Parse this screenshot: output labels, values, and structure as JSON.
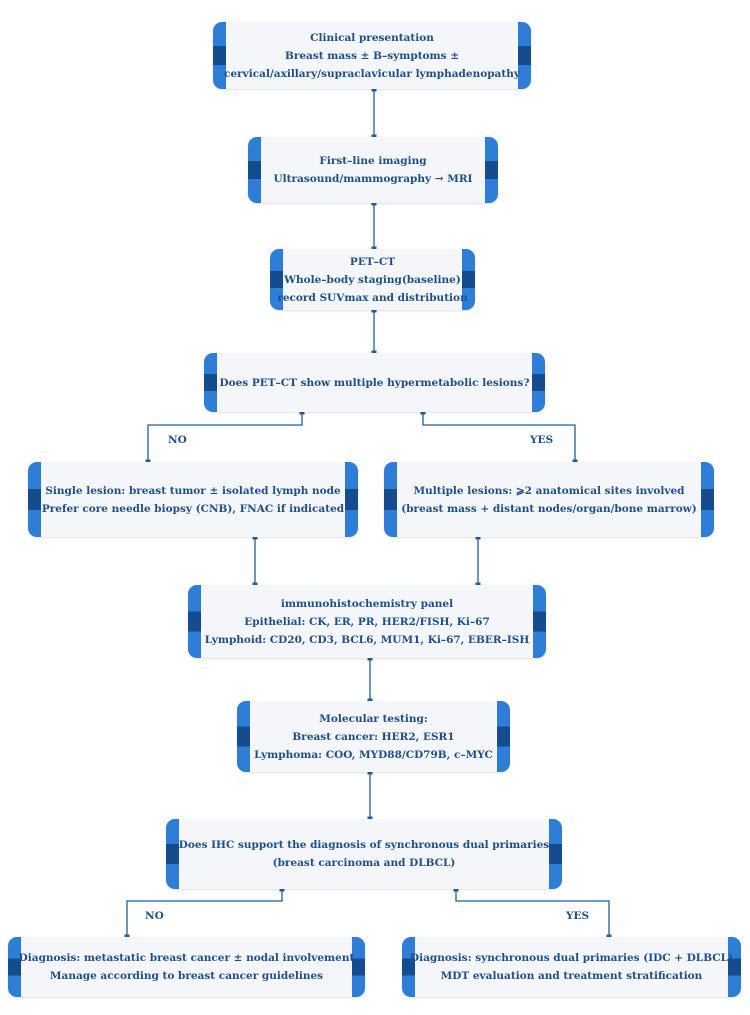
{
  "nodes": {
    "clinical": {
      "line1": "Clinical presentation",
      "line2": "Breast mass ± B–symptoms ±",
      "line3": "cervical/axillary/supraclavicular lymphadenopathy"
    },
    "imaging": {
      "line1": "First–line imaging",
      "line2": "Ultrasound/mammography → MRI"
    },
    "petct": {
      "line1": "PET–CT",
      "line2": "Whole–body staging(baseline)",
      "line3": "record SUVmax and distribution"
    },
    "decision1": {
      "line1": "Does PET–CT show multiple hypermetabolic lesions?"
    },
    "single": {
      "line1": "Single lesion: breast tumor ± isolated lymph node",
      "line2": "Prefer core needle biopsy (CNB), FNAC if indicated"
    },
    "multiple": {
      "line1": "Multiple lesions: ⩾2 anatomical sites involved",
      "line2": "(breast mass + distant nodes/organ/bone marrow)"
    },
    "ihc": {
      "line1": "immunohistochemistry panel",
      "line2": "Epithelial: CK, ER, PR, HER2/FISH, Ki–67",
      "line3": "Lymphoid: CD20, CD3, BCL6, MUM1, Ki–67, EBER–ISH"
    },
    "molecular": {
      "line1": "Molecular testing:",
      "line2": "Breast cancer: HER2, ESR1",
      "line3": "Lymphoma: COO, MYD88/CD79B, c–MYC"
    },
    "decision2": {
      "line1": "Does IHC support the diagnosis of synchronous dual primaries",
      "line2": "(breast carcinoma and DLBCL)"
    },
    "diag_meta": {
      "line1": "Diagnosis: metastatic breast cancer ± nodal involvement",
      "line2": "Manage according to breast cancer guidelines"
    },
    "diag_dual": {
      "line1": "Diagnosis: synchronous dual primaries (IDC + DLBCL)",
      "line2": "MDT evaluation and treatment stratification"
    }
  },
  "labels": {
    "no1": "NO",
    "yes1": "YES",
    "no2": "NO",
    "yes2": "YES"
  },
  "colors": {
    "text": "#1f4e8c",
    "line": "#1f5f9e",
    "accent_light": "#2e7dd7",
    "accent_dark": "#144c8e",
    "box_fill": "#f4f6f9"
  }
}
